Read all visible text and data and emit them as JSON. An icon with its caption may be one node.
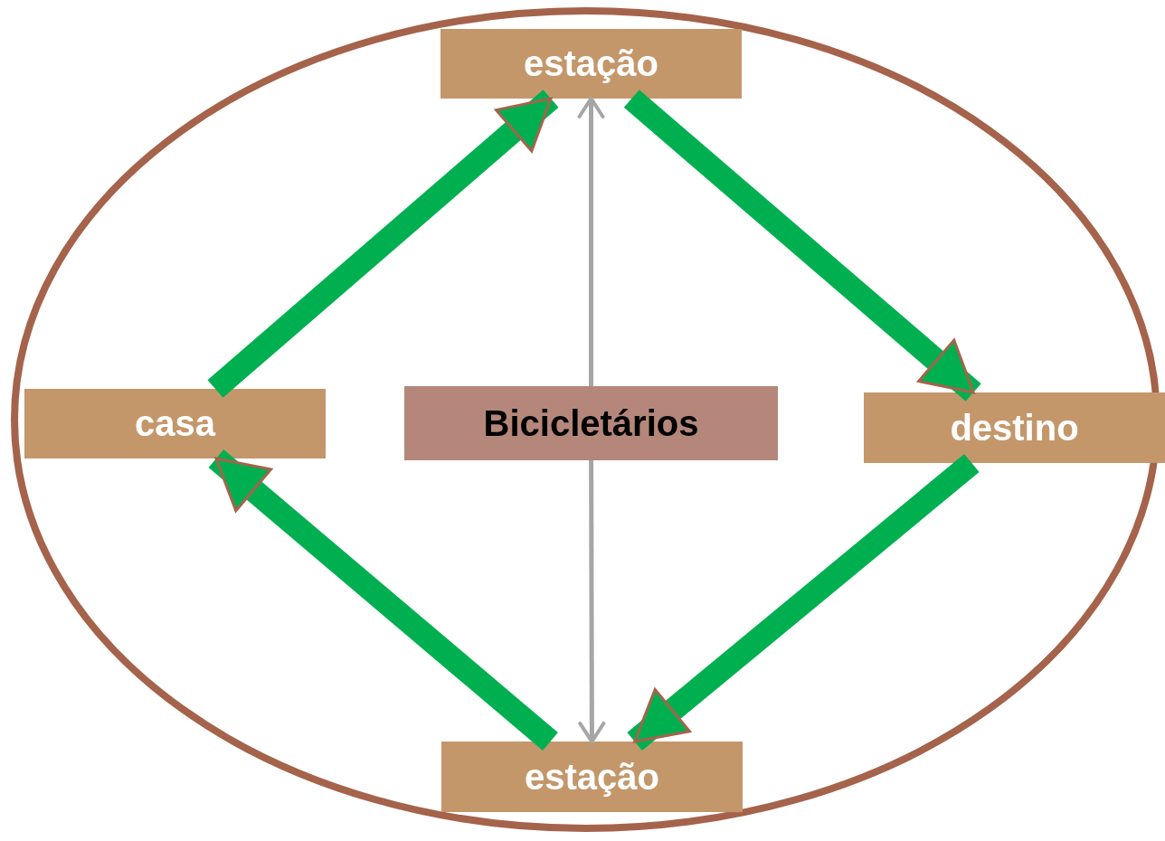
{
  "diagram": {
    "nodes": [
      {
        "text": [],
        "shape": "circle"
      },
      {
        "text": [
          "estação"
        ],
        "in": 0
      },
      {
        "text": [
          "casa"
        ],
        "in": 0
      },
      {
        "text": [
          "Bicicletários"
        ],
        "in": 0
      },
      {
        "text": [
          "destino"
        ],
        "in": 0
      },
      {
        "text": [
          "estação"
        ],
        "in": 0
      }
    ],
    "edges": [
      {
        "from": 2,
        "to": 1,
        "arrow": "to"
      },
      {
        "from": 1,
        "to": 4,
        "arrow": "to"
      },
      {
        "from": 4,
        "to": 5,
        "arrow": "to"
      },
      {
        "from": 5,
        "to": 2,
        "arrow": "to"
      },
      {
        "from": 3,
        "to": 1,
        "arrow": "to",
        "color": "#a6a6a6"
      },
      {
        "from": 3,
        "to": 5,
        "arrow": "to",
        "color": "#a6a6a6"
      }
    ]
  }
}
